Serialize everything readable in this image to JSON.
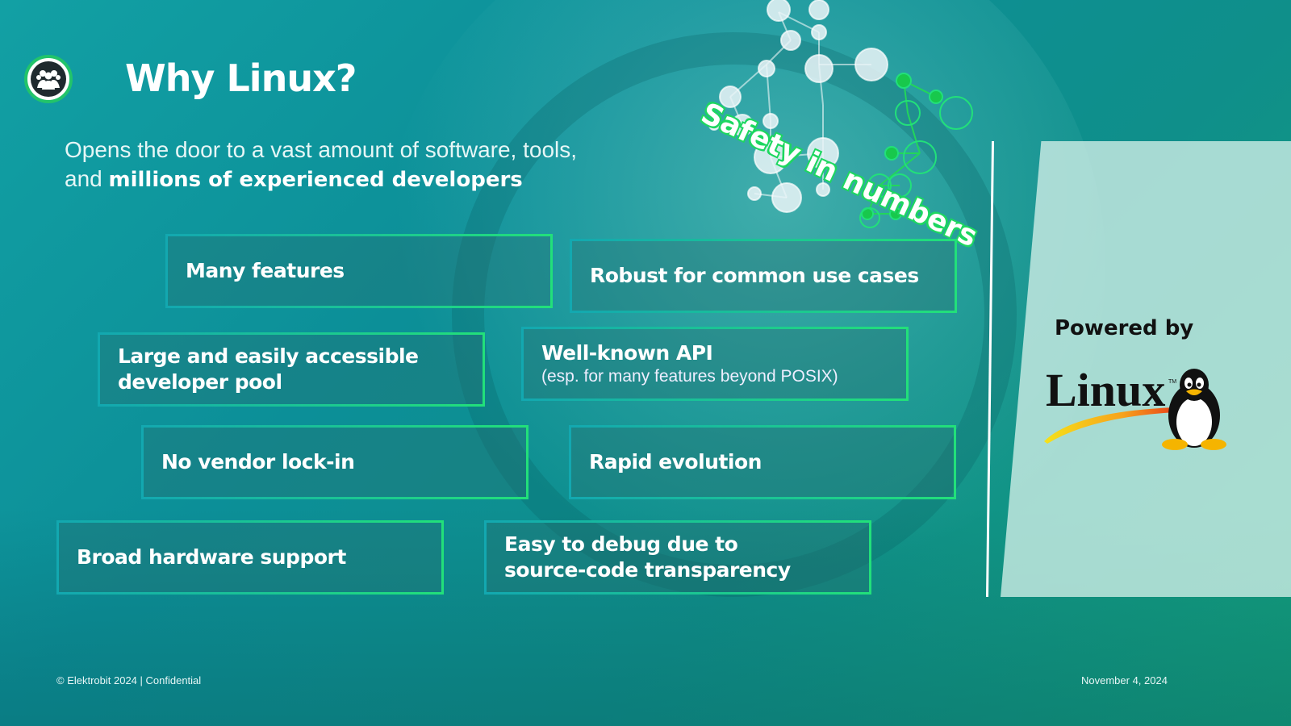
{
  "slide": {
    "title": "Why Linux?",
    "subtitle_line1": "Opens the door to a vast amount of software, tools,",
    "subtitle_line2_prefix": "and ",
    "subtitle_line2_bold": "millions of experienced developers",
    "badge_text": "Safety in numbers"
  },
  "boxes": [
    {
      "title": "Many features"
    },
    {
      "title": "Robust for common use cases"
    },
    {
      "title_line1": "Large and easily accessible",
      "title_line2": "developer pool"
    },
    {
      "title": "Well-known API",
      "sub": "(esp. for many features beyond POSIX)"
    },
    {
      "title": "No vendor lock-in"
    },
    {
      "title": "Rapid evolution"
    },
    {
      "title": "Broad hardware support"
    },
    {
      "title_line1": "Easy to debug due to",
      "title_line2": "source-code transparency"
    }
  ],
  "panel": {
    "powered_by": "Powered by",
    "linux_logo_text": "Linux",
    "tm": "TM"
  },
  "footer": {
    "left": "© Elektrobit 2024 | Confidential",
    "right": "November 4, 2024"
  },
  "colors": {
    "accent_green": "#22e07a",
    "accent_teal": "#13a8b0",
    "background": "#0c8f98"
  },
  "icons": [
    "group-people-icon",
    "network-people-graphic",
    "tux-penguin-logo"
  ]
}
